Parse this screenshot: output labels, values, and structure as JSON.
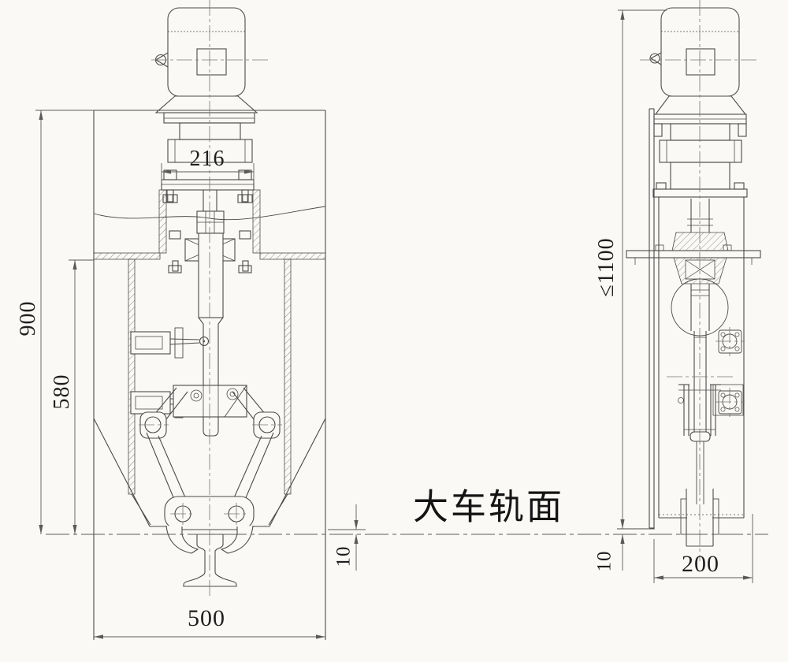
{
  "drawing": {
    "rail_surface_label": "大车轨面",
    "colors": {
      "paper": "#fbf9f5",
      "line": "#4b4b4b",
      "dimline": "#5a5a5a",
      "centerline": "#767676",
      "text": "#1f1f1f"
    },
    "front_view": {
      "dim_coupling_width": "216",
      "dim_height_total": "900",
      "dim_height_lower": "580",
      "dim_width_base": "500",
      "dim_gap_rail": "10"
    },
    "side_view": {
      "dim_height_max": "≤1100",
      "dim_gap_rail": "10",
      "dim_depth_base": "200"
    }
  }
}
